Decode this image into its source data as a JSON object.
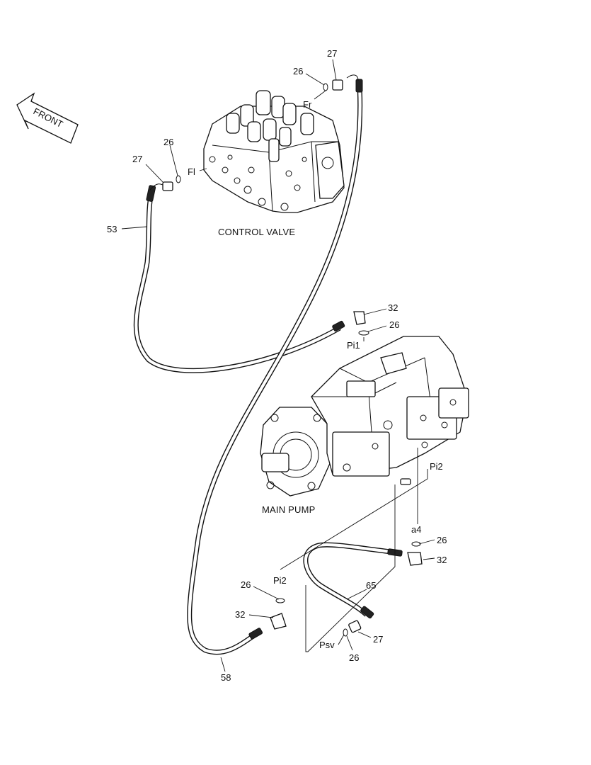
{
  "front_label": "FRONT",
  "control_valve_caption": "CONTROL VALVE",
  "main_pump_caption": "MAIN PUMP",
  "ports": {
    "fr": "Fr",
    "fl": "Fl",
    "pi1": "Pi1",
    "pi2_pump": "Pi2",
    "pi2_lower": "Pi2",
    "a4": "a4",
    "psv": "Psv"
  },
  "callouts": {
    "c27_top": "27",
    "c26_top": "26",
    "c26_left": "26",
    "c27_left": "27",
    "c53": "53",
    "c32_pi1": "32",
    "c26_pi1": "26",
    "c26_a4": "26",
    "c32_a4": "32",
    "c65": "65",
    "c26_pi2": "26",
    "c32_pi2": "32",
    "c27_psv": "27",
    "c26_psv": "26",
    "c58": "58"
  }
}
